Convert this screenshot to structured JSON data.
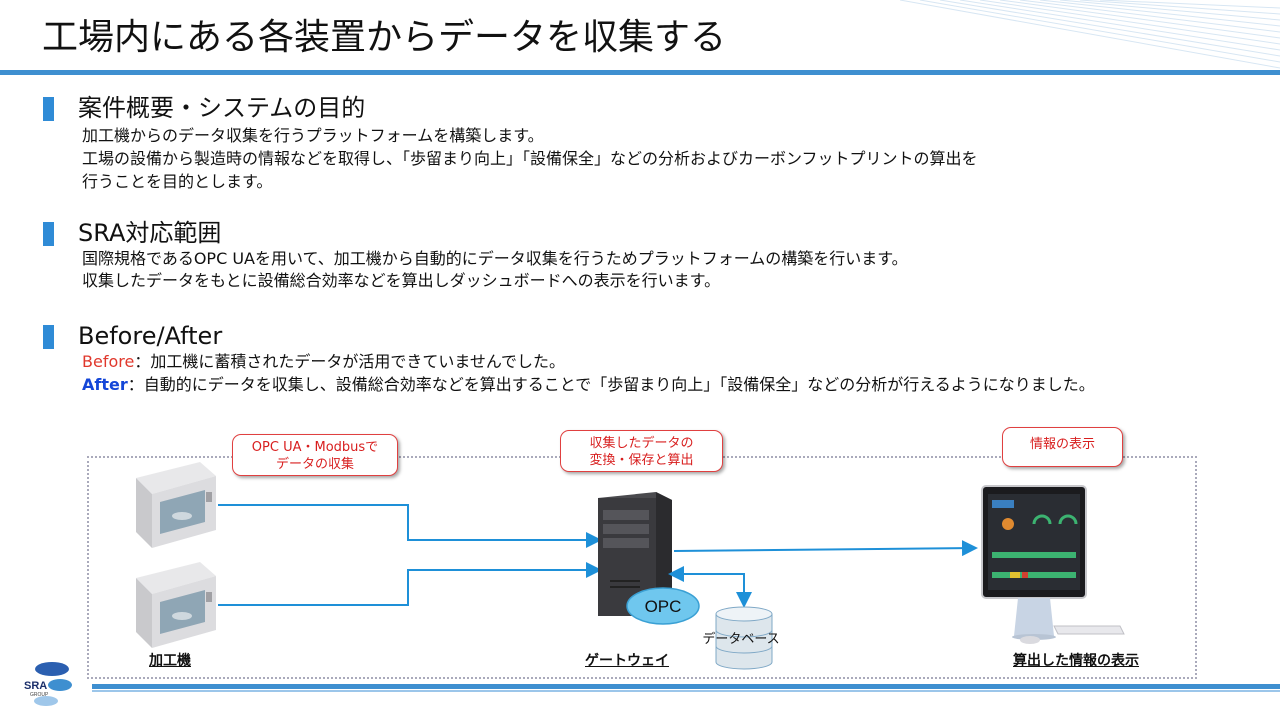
{
  "title": "工場内にある各装置からデータを収集する",
  "sections": [
    {
      "heading": "案件概要・システムの目的",
      "lines": [
        "加工機からのデータ収集を行うプラットフォームを構築します。",
        "工場の設備から製造時の情報などを取得し、「歩留まり向上」「設備保全」などの分析およびカーボンフットプリントの算出を",
        "行うことを目的とします。"
      ]
    },
    {
      "heading": "SRA対応範囲",
      "lines": [
        "国際規格であるOPC UAを用いて、加工機から自動的にデータ収集を行うためプラットフォームの構築を行います。",
        "収集したデータをもとに設備総合効率などを算出しダッシュボードへの表示を行います。"
      ]
    },
    {
      "heading": "Before/After",
      "before_label": "Before",
      "before_text": "：加工機に蓄積されたデータが活用できていませんでした。",
      "after_label": "After",
      "after_text": "：自動的にデータを収集し、設備総合効率などを算出することで「歩留まり向上」「設備保全」などの分析が行えるようになりました。"
    }
  ],
  "diagram": {
    "callouts": [
      {
        "line1": "OPC UA・Modbusで",
        "line2": "データの収集"
      },
      {
        "line1": "収集したデータの",
        "line2": "変換・保存と算出"
      },
      {
        "line1": "情報の表示"
      }
    ],
    "captions": {
      "machine": "加工機",
      "gateway": "ゲートウェイ",
      "display": "算出した情報の表示"
    },
    "opc_label": "OPC",
    "db_label": "データベース",
    "colors": {
      "accent": "#3e8fd0",
      "arrow": "#1e90d8",
      "callout_border": "#e04040"
    }
  },
  "logo": {
    "text": "SRA",
    "sub": "GROUP"
  }
}
